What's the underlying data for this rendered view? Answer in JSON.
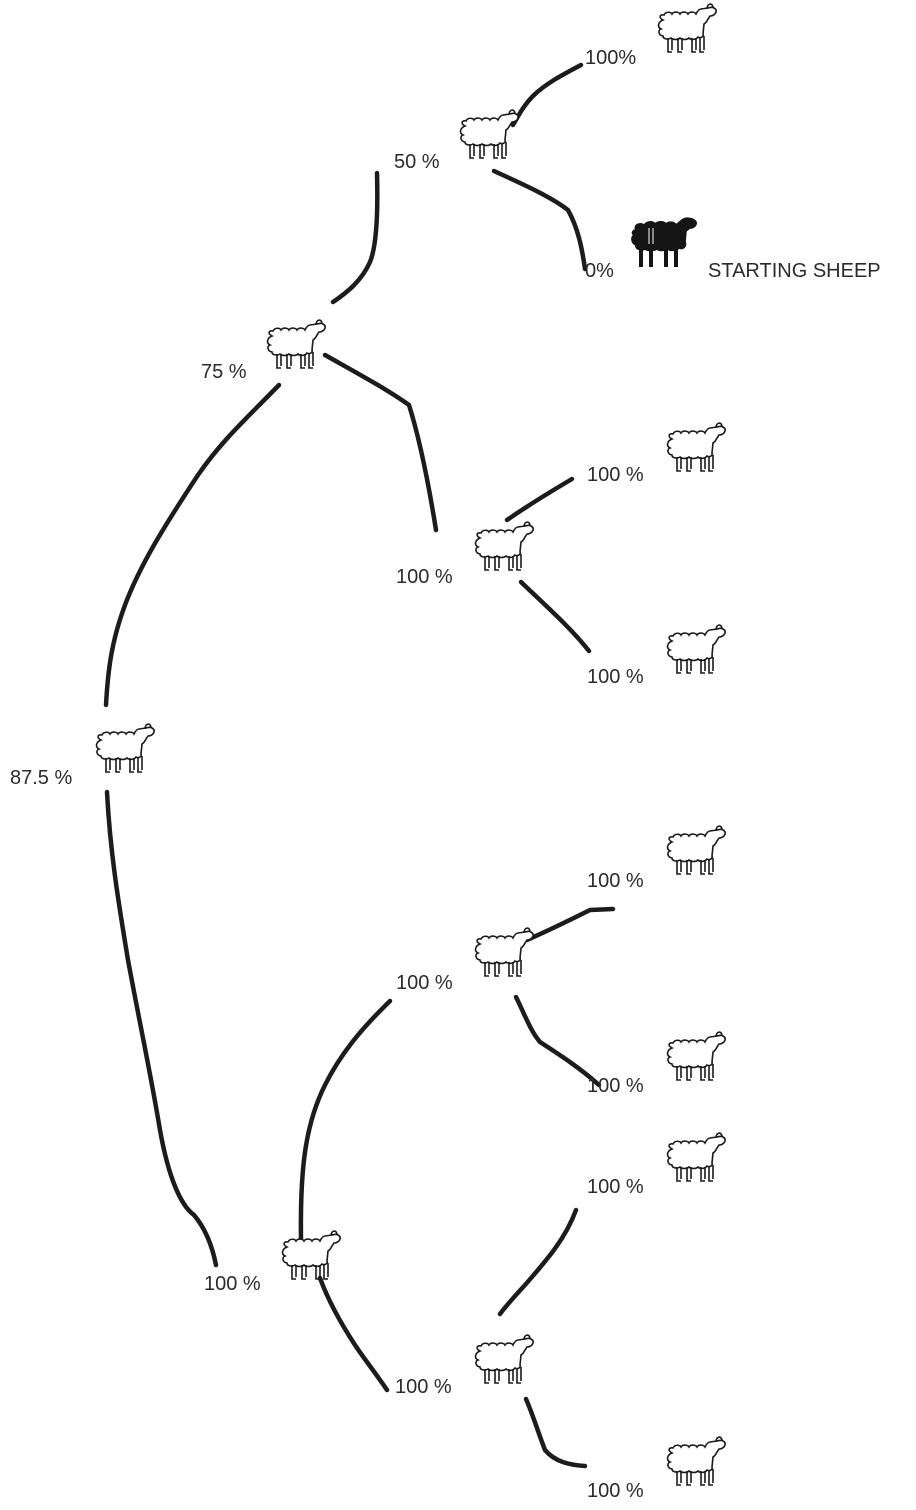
{
  "nodes": [
    {
      "id": "n1",
      "label": "87.5 %",
      "color": "white"
    },
    {
      "id": "n2",
      "label": "75 %",
      "color": "white"
    },
    {
      "id": "n3",
      "label": "50 %",
      "color": "white"
    },
    {
      "id": "n4",
      "label": "100%",
      "color": "white"
    },
    {
      "id": "n5",
      "label": "0%",
      "color": "black",
      "caption": "STARTING SHEEP"
    },
    {
      "id": "n6",
      "label": "100 %",
      "color": "white"
    },
    {
      "id": "n7",
      "label": "100 %",
      "color": "white"
    },
    {
      "id": "n8",
      "label": "100 %",
      "color": "white"
    },
    {
      "id": "n9",
      "label": "100 %",
      "color": "white"
    },
    {
      "id": "n10",
      "label": "100 %",
      "color": "white"
    },
    {
      "id": "n11",
      "label": "100 %",
      "color": "white"
    },
    {
      "id": "n12",
      "label": "100 %",
      "color": "white"
    },
    {
      "id": "n13",
      "label": "100 %",
      "color": "white"
    },
    {
      "id": "n14",
      "label": "100 %",
      "color": "white"
    },
    {
      "id": "n15",
      "label": "100 %",
      "color": "white"
    }
  ],
  "icon": "sheep-icon",
  "colors": {
    "line": "#1c1c1c",
    "text": "#2b2b2b",
    "dark_sheep": "#151515"
  }
}
